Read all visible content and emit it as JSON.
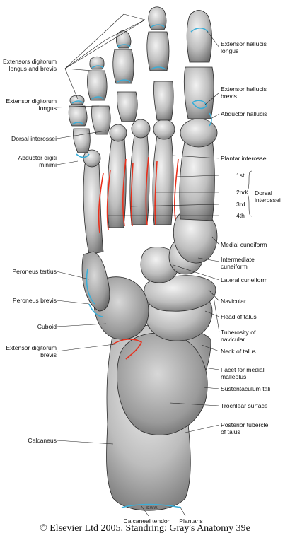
{
  "colors": {
    "muscle_origin": "#e8301c",
    "muscle_insertion": "#3aaed8",
    "bone": "#b9b9b9",
    "bone_dark": "#5a5a5a"
  },
  "labels": {
    "ext_dig_long_brev": [
      "Extensors digitorum",
      "longus and brevis"
    ],
    "ext_dig_longus": [
      "Extensor digitorum",
      "longus"
    ],
    "dorsal_interossei": "Dorsal interossei",
    "abductor_digiti_minimi": [
      "Abductor digiti",
      "minimi"
    ],
    "peroneus_tertius": "Peroneus tertius",
    "peroneus_brevis": "Peroneus brevis",
    "cuboid": "Cuboid",
    "ext_dig_brevis": [
      "Extensor digitorum",
      "brevis"
    ],
    "calcaneus": "Calcaneus",
    "calcaneal_tendon": "Calcaneal tendon",
    "plantaris": "Plantaris",
    "ext_hallucis_longus": [
      "Extensor hallucis",
      "longus"
    ],
    "ext_hallucis_brevis": [
      "Extensor hallucis",
      "brevis"
    ],
    "abductor_hallucis": "Abductor hallucis",
    "plantar_interossei": "Plantar interossei",
    "first": "1st",
    "second": "2nd",
    "third": "3rd",
    "fourth": "4th",
    "dorsal_interossei_group": [
      "Dorsal",
      "interossei"
    ],
    "medial_cuneiform": "Medial cuneiform",
    "intermediate_cuneiform": [
      "Intermediate",
      "cuneiform"
    ],
    "lateral_cuneiform": "Lateral cuneiform",
    "navicular": "Navicular",
    "head_of_talus": "Head of talus",
    "tuberosity_navicular": [
      "Tuberosity of",
      "navicular"
    ],
    "neck_of_talus": "Neck of talus",
    "facet_medial_malleolus": [
      "Facet for medial",
      "malleolus"
    ],
    "sustentaculum_tali": "Sustentaculum tali",
    "trochlear_surface": "Trochlear surface",
    "posterior_tubercle": [
      "Posterior tubercle",
      "of talus"
    ]
  },
  "signature": "S.W.W.",
  "caption": "© Elsevier Ltd 2005. Standring: Gray's Anatomy 39e"
}
